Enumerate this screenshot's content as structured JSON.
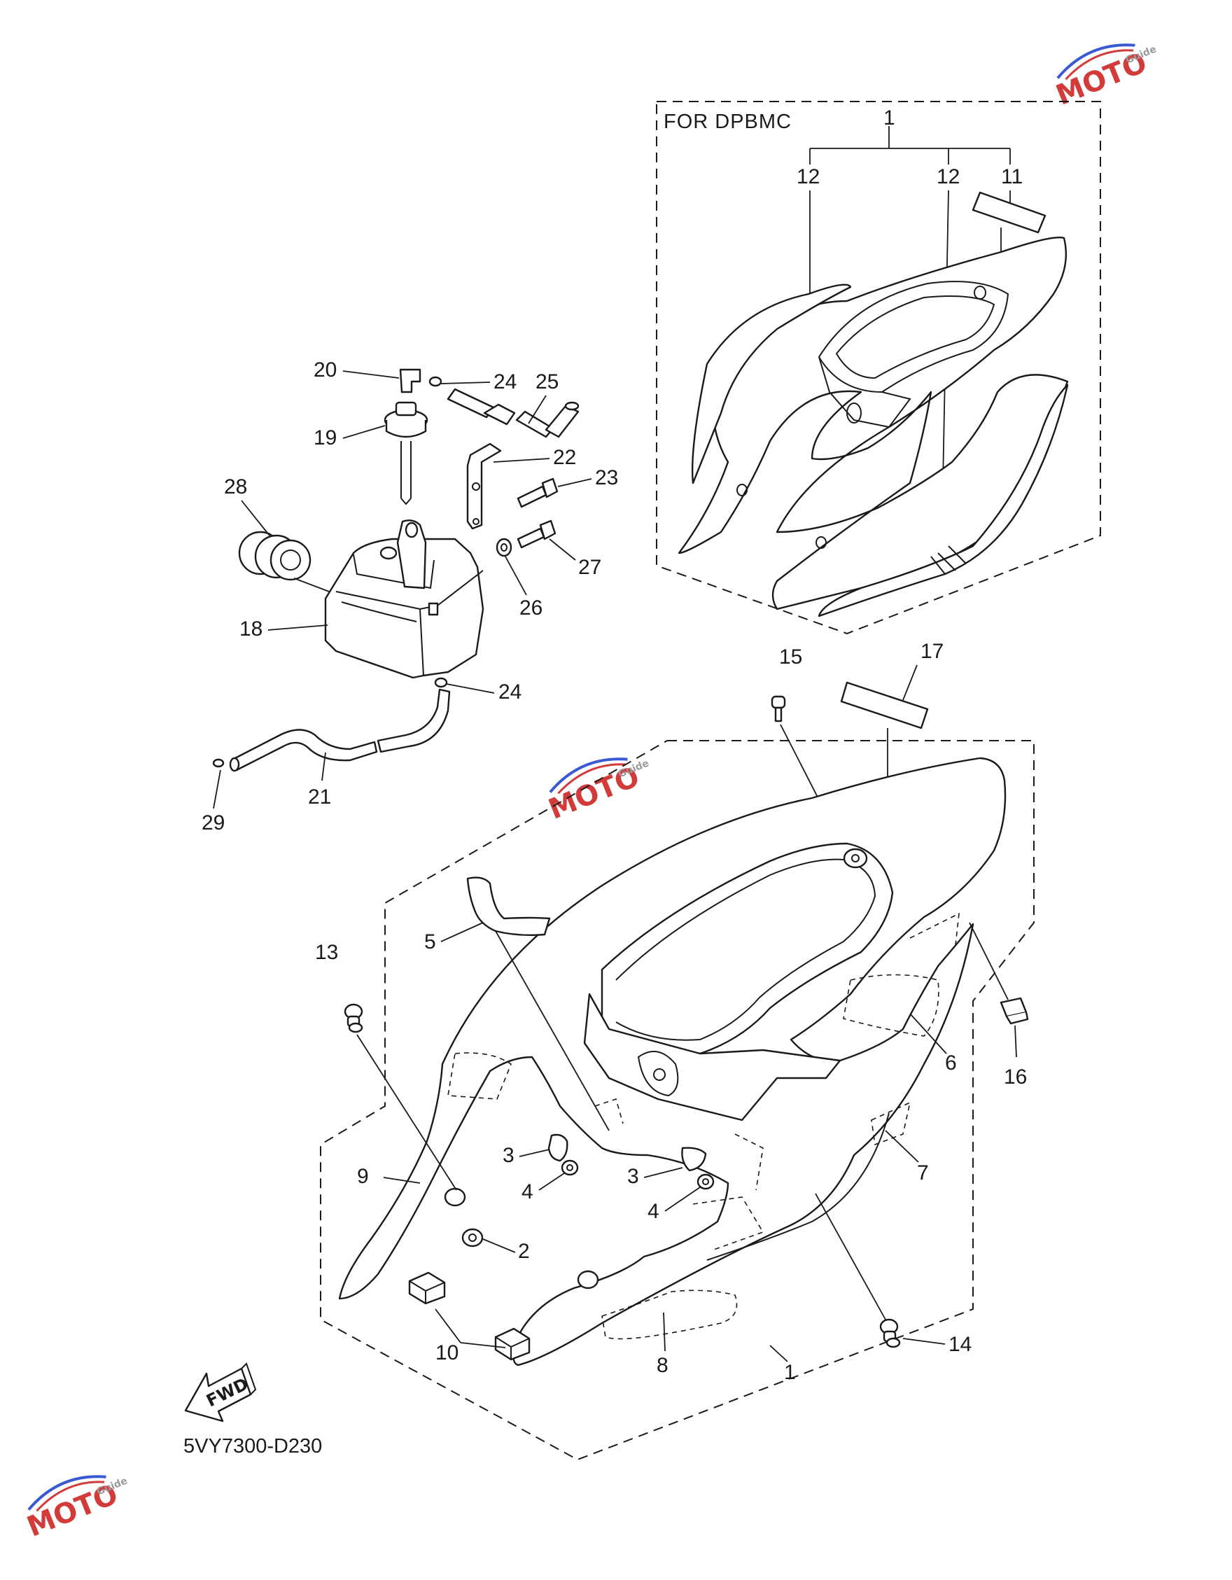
{
  "header": {
    "variant_label": "FOR DPBMC"
  },
  "figure_code": "5VY7300-D230",
  "fwd_arrow_label": "FWD",
  "watermark": {
    "brand": "MOTO",
    "sub": "Guide",
    "colors": {
      "red": "#d33a3a",
      "blue": "#3a5ad3",
      "gray": "#9a9a9a"
    }
  },
  "callouts": {
    "c1_top": "1",
    "c12_left": "12",
    "c12_right": "12",
    "c11": "11",
    "c20": "20",
    "c24_top": "24",
    "c25": "25",
    "c19": "19",
    "c22": "22",
    "c23": "23",
    "c28": "28",
    "c18": "18",
    "c26": "26",
    "c27": "27",
    "c24_bottom": "24",
    "c21": "21",
    "c29": "29",
    "c15": "15",
    "c17": "17",
    "c5": "5",
    "c13": "13",
    "c6": "6",
    "c16": "16",
    "c3_left": "3",
    "c4_left": "4",
    "c3_right": "3",
    "c4_right": "4",
    "c9": "9",
    "c7": "7",
    "c2": "2",
    "c10": "10",
    "c8": "8",
    "c1_bottom": "1",
    "c14": "14"
  }
}
